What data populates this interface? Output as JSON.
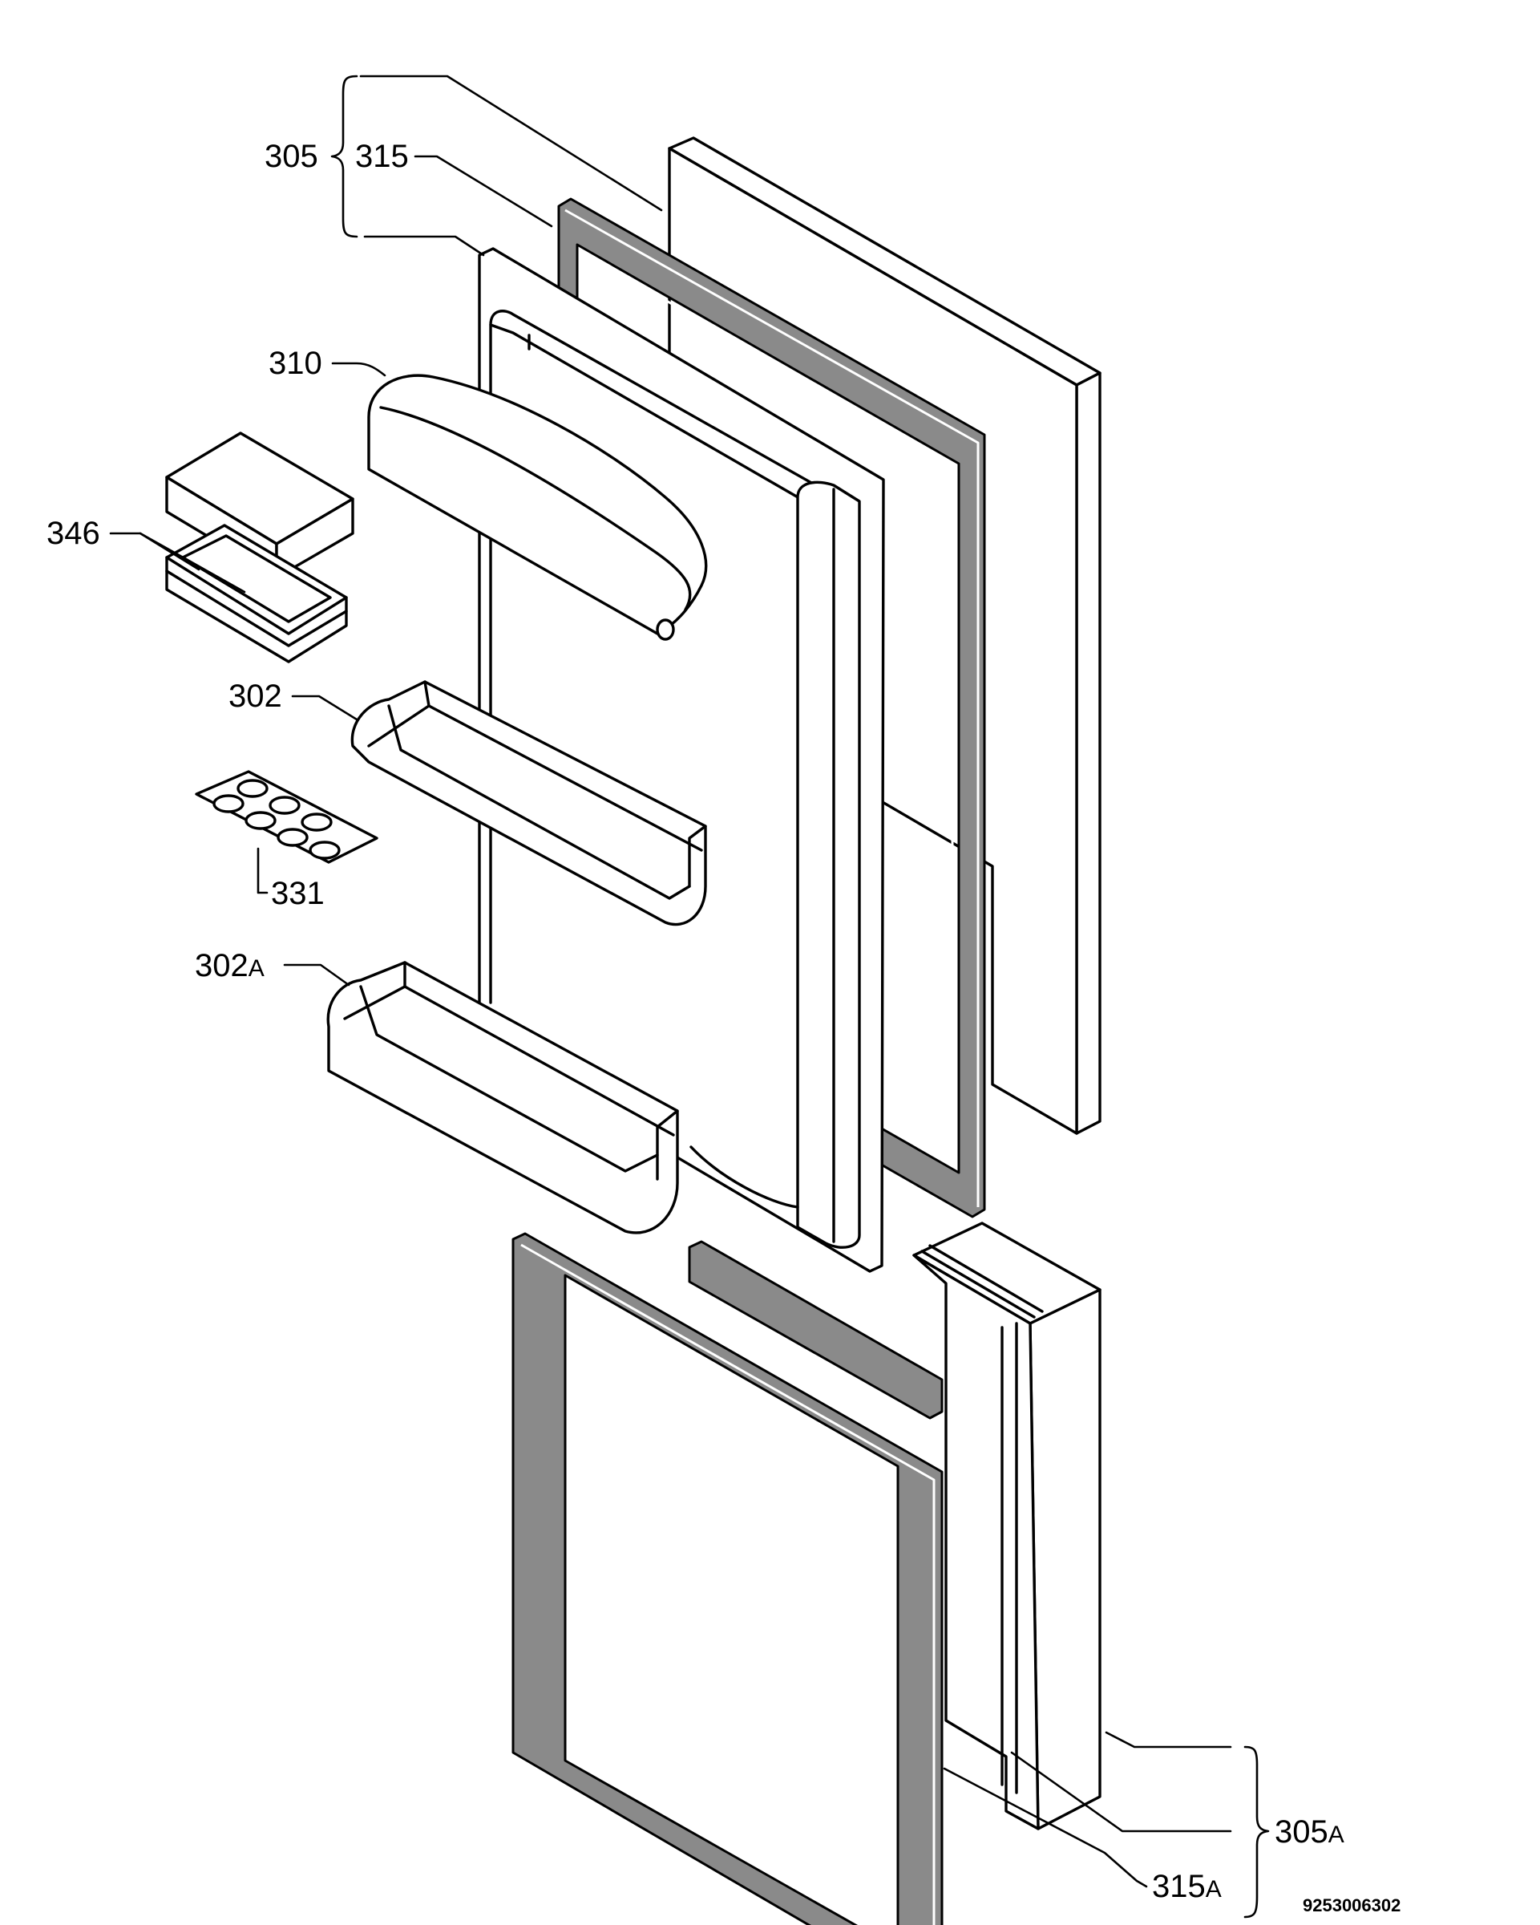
{
  "labels": {
    "p305": "305",
    "p315": "315",
    "p310": "310",
    "p346": "346",
    "p302": "302",
    "p331": "331",
    "p302a": "302",
    "p302a_suffix": "A",
    "p305a": "305",
    "p305a_suffix": "A",
    "p315a": "315",
    "p315a_suffix": "A"
  },
  "drawing_number": "9253006302"
}
